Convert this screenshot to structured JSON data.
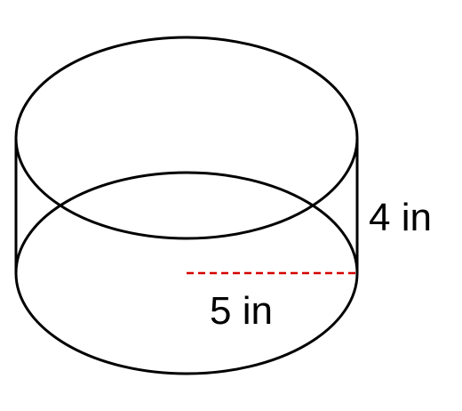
{
  "figure": {
    "shape": "cylinder",
    "height_label": "4 in",
    "radius_label": "5 in",
    "colors": {
      "outline": "#000000",
      "radius_line": "#d40000",
      "background": "#ffffff"
    }
  }
}
